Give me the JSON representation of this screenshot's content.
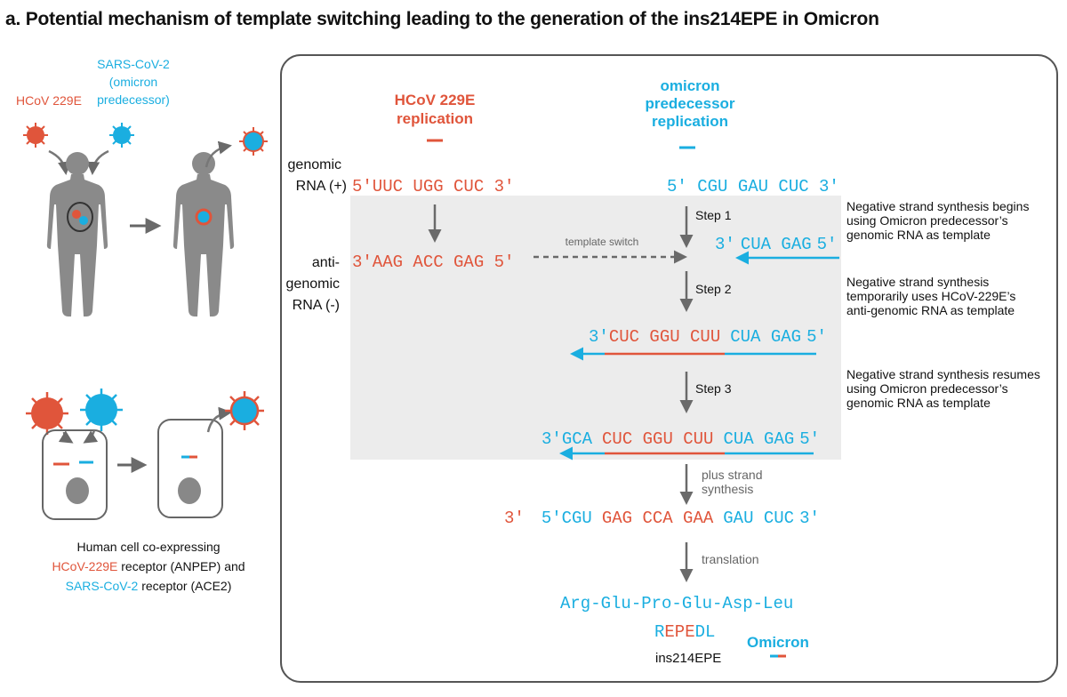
{
  "title": "a. Potential mechanism of template switching leading to the generation of the ins214EPE in Omicron",
  "left_panel": {
    "hcov_label": "HCoV 229E",
    "sars_label": [
      "SARS-CoV-2",
      "(omicron",
      "predecessor)"
    ],
    "cell_caption": {
      "line1": "Human cell co-expressing",
      "line2_red": "HCoV-229E",
      "line2_rest": " receptor (ANPEP) and",
      "line3_blue": "SARS-CoV-2",
      "line3_rest": " receptor (ACE2)"
    }
  },
  "main": {
    "hcov_header": [
      "HCoV 229E",
      "replication"
    ],
    "omicron_header": [
      "omicron",
      "predecessor",
      "replication"
    ],
    "genomic_label": [
      "genomic",
      "RNA (+)"
    ],
    "antigenomic_label": [
      "anti-",
      "genomic",
      "RNA (-)"
    ],
    "hcov_genomic_seq": "5′UUC UGG CUC 3′",
    "omicron_genomic_seq": "5′ CGU GAU CUC 3′",
    "hcov_antigenomic_seq": "3′AAG ACC GAG 5′",
    "template_switch": "template switch",
    "step1": "Step 1",
    "step2": "Step 2",
    "step3": "Step 3",
    "step1_seq": {
      "prime3": "3′",
      "body": "CUA GAG",
      "prime5": "5′"
    },
    "step2_seq": {
      "prime3": "3′",
      "red": "CUC GGU CUU",
      "blue": "CUA GAG",
      "prime5": "5′"
    },
    "step3_seq": {
      "prime3": "3′",
      "blue1": "GCA",
      "red": "CUC GGU CUU",
      "blue2": "CUA GAG",
      "prime5": "5′"
    },
    "plus_strand": [
      "plus strand",
      "synthesis"
    ],
    "plus_seq": {
      "left3": "3′",
      "prime5": "5′",
      "blue1": "CGU",
      "red": "GAG CCA GAA",
      "blue2": "GAU CUC",
      "prime3": "3′"
    },
    "translation": "translation",
    "peptide": "Arg-Glu-Pro-Glu-Asp-Leu",
    "repedl": {
      "r": "R",
      "epe": "EPE",
      "dl": "DL"
    },
    "ins_label": "ins214EPE",
    "omicron_label": "Omicron"
  },
  "notes": {
    "step1": [
      "Negative strand synthesis begins",
      "using Omicron predecessor’s",
      "genomic RNA as template"
    ],
    "step2": [
      "Negative strand synthesis",
      "temporarily uses HCoV-229E’s",
      "anti-genomic RNA as template"
    ],
    "step3": [
      "Negative strand synthesis resumes",
      "using Omicron predecessor’s",
      "genomic RNA as template"
    ]
  },
  "colors": {
    "red": "#e0553b",
    "blue": "#1aaee0",
    "shade": "#ececec",
    "gray": "#777777"
  }
}
